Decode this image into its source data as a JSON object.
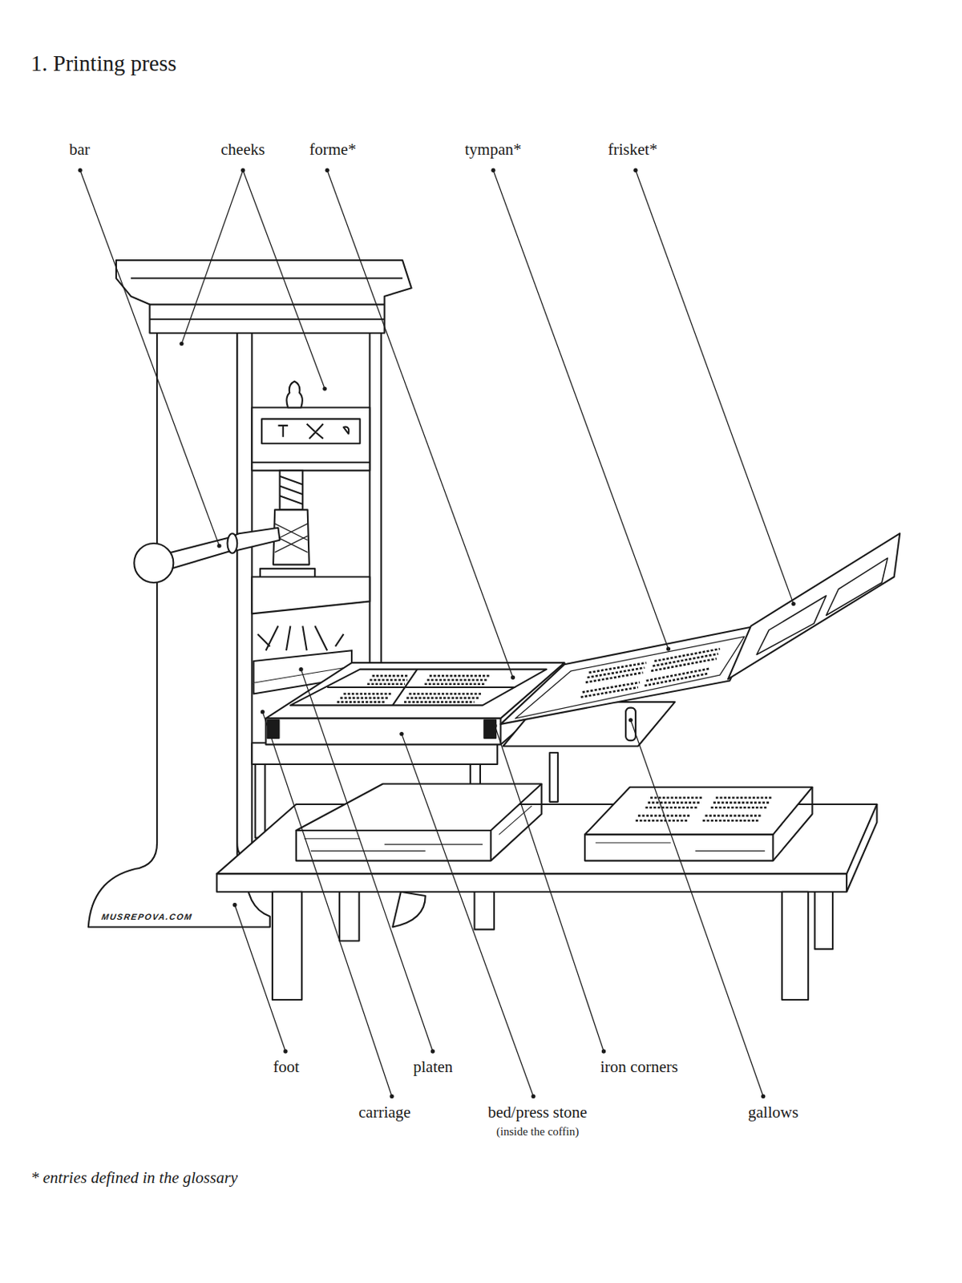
{
  "diagram": {
    "title": "1. Printing press",
    "labels": [
      "bar",
      "cheeks",
      "forme*",
      "tympan*",
      "frisket*",
      "foot",
      "platen",
      "iron corners",
      "carriage",
      "bed/press stone",
      "(inside the coffin)",
      "gallows",
      "MUSREPOVA.COM",
      "* entries defined in the glossary"
    ]
  }
}
